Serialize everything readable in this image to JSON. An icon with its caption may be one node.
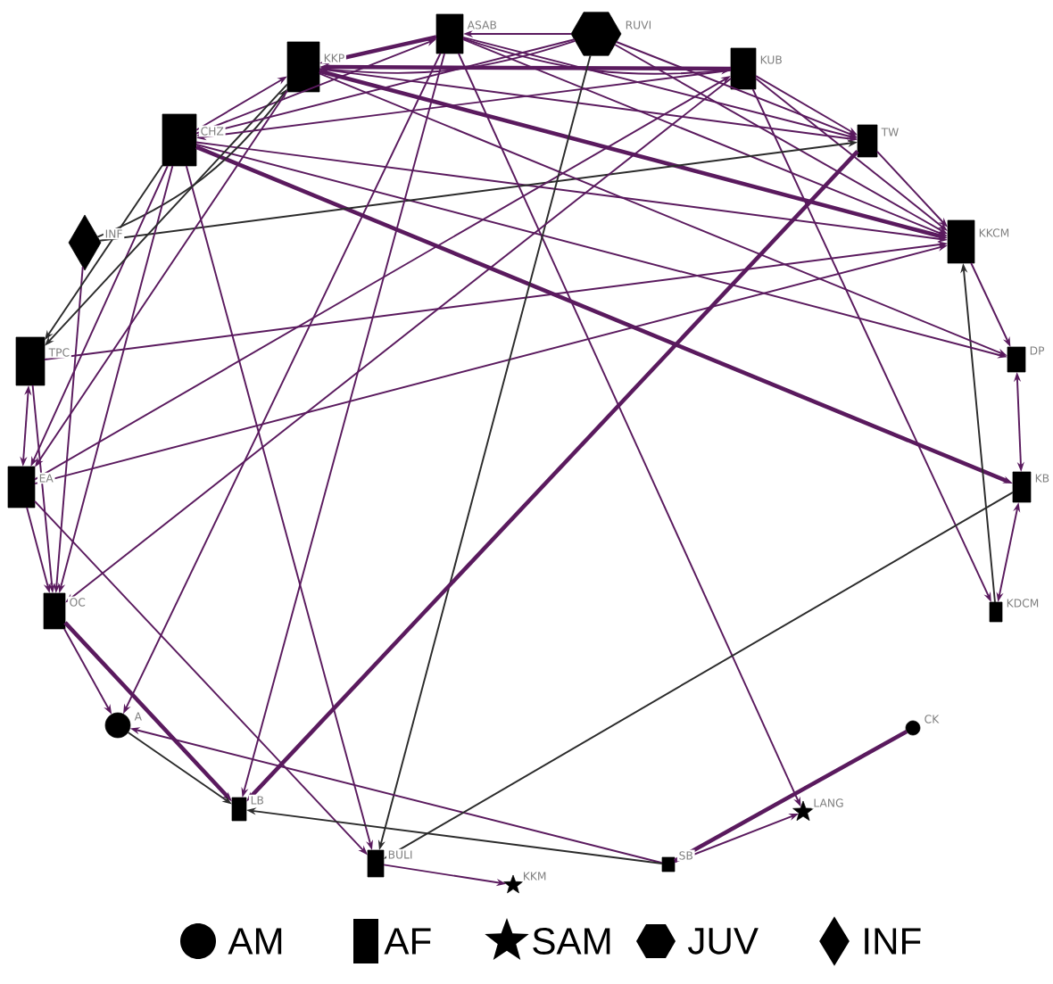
{
  "diagram": {
    "nodes": [
      {
        "text": [
          "ASAB"
        ]
      },
      {
        "text": [
          "RUVI"
        ]
      },
      {
        "text": [
          "KKP"
        ]
      },
      {
        "text": [
          "KUB"
        ]
      },
      {
        "text": [
          "CHZ"
        ]
      },
      {
        "text": [
          "TW"
        ]
      },
      {
        "text": [
          "INF"
        ]
      },
      {
        "text": [
          "KKCM"
        ]
      },
      {
        "text": [
          "TPC"
        ]
      },
      {
        "text": [
          "DP"
        ]
      },
      {
        "text": [
          "EA"
        ]
      },
      {
        "text": [
          "KB"
        ]
      },
      {
        "text": [
          "OC"
        ]
      },
      {
        "text": [
          "KDCM"
        ]
      },
      {
        "text": [
          "A"
        ]
      },
      {
        "text": [
          "CK"
        ]
      },
      {
        "text": [
          "LANG"
        ]
      },
      {
        "text": [
          "LB"
        ]
      },
      {
        "text": [
          "BULI"
        ]
      },
      {
        "text": [
          "SB"
        ]
      },
      {
        "text": [
          "KKM"
        ]
      }
    ],
    "edges": [
      {
        "from": 1,
        "to": 0,
        "arrow": "to"
      },
      {
        "from": 0,
        "to": 2,
        "arrow": "to",
        "style": "thick"
      },
      {
        "from": 1,
        "to": 2,
        "arrow": "to"
      },
      {
        "from": 3,
        "to": 2,
        "arrow": "to",
        "style": "thick"
      },
      {
        "from": 0,
        "to": 3,
        "arrow": "to"
      },
      {
        "from": 0,
        "to": 5,
        "arrow": "to"
      },
      {
        "from": 1,
        "to": 5,
        "arrow": "to"
      },
      {
        "from": 3,
        "to": 5,
        "arrow": "to"
      },
      {
        "from": 2,
        "to": 5,
        "arrow": "to"
      },
      {
        "from": 0,
        "to": 7,
        "arrow": "to"
      },
      {
        "from": 1,
        "to": 7,
        "arrow": "to"
      },
      {
        "from": 2,
        "to": 7,
        "arrow": "to",
        "style": "thick"
      },
      {
        "from": 5,
        "to": 7,
        "arrow": "to"
      },
      {
        "from": 3,
        "to": 7,
        "arrow": "to"
      },
      {
        "from": 4,
        "to": 7,
        "arrow": "to"
      },
      {
        "from": 4,
        "to": 11,
        "arrow": "to",
        "style": "thick"
      },
      {
        "from": 7,
        "to": 9,
        "arrow": "to"
      },
      {
        "from": 11,
        "to": 9,
        "arrow": "both"
      },
      {
        "from": 13,
        "to": 7,
        "arrow": "to",
        "color": "#2b2b2b"
      },
      {
        "from": 11,
        "to": 13,
        "arrow": "both"
      },
      {
        "from": 3,
        "to": 13,
        "arrow": "to"
      },
      {
        "from": 4,
        "to": 9,
        "arrow": "to"
      },
      {
        "from": 6,
        "to": 5,
        "arrow": "to",
        "color": "#2b2b2b"
      },
      {
        "from": 8,
        "to": 7,
        "arrow": "to"
      },
      {
        "from": 10,
        "to": 7,
        "arrow": "to"
      },
      {
        "from": 10,
        "to": 3,
        "arrow": "to"
      },
      {
        "from": 4,
        "to": 2,
        "arrow": "to"
      },
      {
        "from": 4,
        "to": 0,
        "arrow": "to"
      },
      {
        "from": 6,
        "to": 2,
        "arrow": "to",
        "color": "#2b2b2b"
      },
      {
        "from": 4,
        "to": 18,
        "arrow": "to"
      },
      {
        "from": 0,
        "to": 16,
        "arrow": "to"
      },
      {
        "from": 1,
        "to": 18,
        "arrow": "to",
        "color": "#2b2b2b"
      },
      {
        "from": 5,
        "to": 17,
        "arrow": "to",
        "style": "thick"
      },
      {
        "from": 0,
        "to": 17,
        "arrow": "to"
      },
      {
        "from": 3,
        "to": 12,
        "arrow": "to"
      },
      {
        "from": 0,
        "to": 14,
        "arrow": "to"
      },
      {
        "from": 2,
        "to": 10,
        "arrow": "to"
      },
      {
        "from": 10,
        "to": 18,
        "arrow": "to"
      },
      {
        "from": 12,
        "to": 17,
        "arrow": "to",
        "style": "thick"
      },
      {
        "from": 12,
        "to": 14,
        "arrow": "to"
      },
      {
        "from": 19,
        "to": 14,
        "arrow": "to"
      },
      {
        "from": 19,
        "to": 17,
        "arrow": "to",
        "color": "#2b2b2b"
      },
      {
        "from": 11,
        "to": 18,
        "arrow": "to",
        "color": "#2b2b2b"
      },
      {
        "from": 18,
        "to": 20,
        "arrow": "to"
      },
      {
        "from": 15,
        "to": 19,
        "arrow": "none",
        "style": "thick"
      },
      {
        "from": 19,
        "to": 16,
        "arrow": "to"
      },
      {
        "from": 8,
        "to": 10,
        "arrow": "both"
      },
      {
        "from": 10,
        "to": 12,
        "arrow": "to"
      },
      {
        "from": 8,
        "to": 12,
        "arrow": "to"
      },
      {
        "from": 6,
        "to": 12,
        "arrow": "to"
      },
      {
        "from": 4,
        "to": 12,
        "arrow": "to"
      },
      {
        "from": 4,
        "to": 10,
        "arrow": "to"
      },
      {
        "from": 4,
        "to": 8,
        "arrow": "to",
        "color": "#2b2b2b"
      },
      {
        "from": 14,
        "to": 17,
        "arrow": "to",
        "color": "#2b2b2b"
      },
      {
        "from": 2,
        "to": 8,
        "arrow": "to",
        "color": "#2b2b2b"
      },
      {
        "from": 3,
        "to": 4,
        "arrow": "to"
      },
      {
        "from": 1,
        "to": 4,
        "arrow": "to"
      },
      {
        "from": 2,
        "to": 9,
        "arrow": "to"
      }
    ],
    "legend": [
      {
        "text": "AM"
      },
      {
        "text": "AF"
      },
      {
        "text": "SAM"
      },
      {
        "text": "JUV"
      },
      {
        "text": "INF"
      }
    ]
  }
}
